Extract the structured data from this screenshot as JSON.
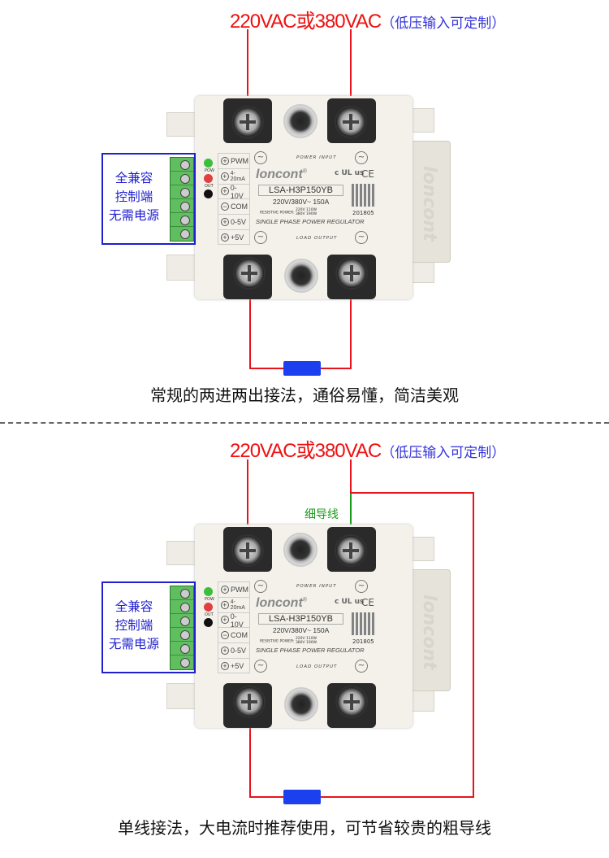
{
  "supply": {
    "voltage": "220VAC或380VAC",
    "note": "（低压输入可定制）"
  },
  "control_box": {
    "lines": [
      "全兼容",
      "控制端",
      "无需电源"
    ]
  },
  "device": {
    "brand": "loncont",
    "registered": "®",
    "cert_ul": "c UL us",
    "cert_ce": "CE",
    "model": "LSA-H3P150YB",
    "rating": "220V/380V~ 150A",
    "resistive_label": "RESISTIVE POWER:",
    "resistive_values": [
      "220V 110W",
      "380V 190W"
    ],
    "date_code": "201805",
    "subtitle": "SINGLE PHASE POWER REGULATOR",
    "power_input": "POWER INPUT",
    "load_output": "LOAD OUTPUT",
    "led_pow": "POW",
    "led_out": "OUT",
    "side_brand": "loncont",
    "pins": [
      {
        "sign": "+",
        "label": "PWM"
      },
      {
        "sign": "+",
        "label": "4-20mA"
      },
      {
        "sign": "+",
        "label": "0-10V"
      },
      {
        "sign": "−",
        "label": "COM"
      },
      {
        "sign": "+",
        "label": "0-5V"
      },
      {
        "sign": "+",
        "label": "+5V"
      }
    ]
  },
  "panel1": {
    "caption": "常规的两进两出接法，通俗易懂，简洁美观"
  },
  "panel2": {
    "thin_wire_label": "细导线",
    "caption": "单线接法，大电流时推荐使用，可节省较贵的粗导线"
  },
  "colors": {
    "wire": "#e8141c",
    "thin_wire": "#1a9a1a",
    "load": "#1c3ff0",
    "accent": "#1f1fd0"
  }
}
